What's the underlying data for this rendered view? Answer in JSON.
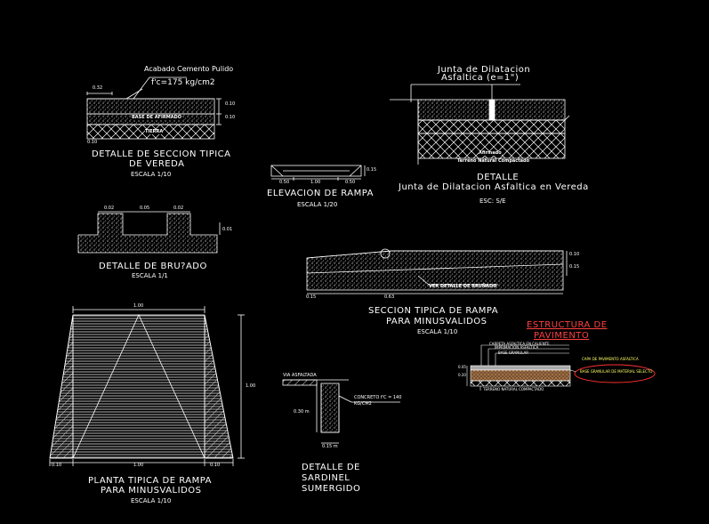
{
  "colors": {
    "background": "#000000",
    "line": "#ffffff",
    "accent_yellow": "#ffff66",
    "accent_red": "#ff3030"
  },
  "vereda": {
    "note_finish": "Acabado Cemento Pulido",
    "note_concrete": "f'c=175 kg/cm2",
    "dim_width": "0.32",
    "dim_top": "0.10",
    "dim_bottom": "0.10",
    "dim_small": "0.10",
    "label_base": "BASE DE AFIRMADO",
    "label_soil": "TIERRA",
    "title1": "DETALLE DE SECCION TIPICA",
    "title2": "DE VEREDA",
    "scale": "ESCALA 1/10"
  },
  "elevacion": {
    "dim_left": "0.50",
    "dim_mid": "1.00",
    "dim_right": "0.50",
    "dim_height": "0.15",
    "title": "ELEVACION DE RAMPA",
    "scale": "ESCALA 1/20"
  },
  "junta": {
    "note1": "Junta de Dilatacion",
    "note2": "Asfaltica (e=1\")",
    "label_base": "Afirmado",
    "label_soil": "Terreno Natural Compactado",
    "title1": "DETALLE",
    "title2": "Junta de Dilatacion Asfaltica en Vereda",
    "scale": "ESC: S/E"
  },
  "brunado": {
    "dim1": "0.02",
    "dim2": "0.05",
    "dim3": "0.02",
    "dim_depth": "0.01",
    "title": "DETALLE DE BRU?ADO",
    "scale": "ESCALA 1/1"
  },
  "seccion_rampa": {
    "dim_top": "0.10",
    "dim_right": "0.15",
    "dim_left": "0.15",
    "dim_bottom": "0.63",
    "note": "VER DETALLE DE BRUÑADO",
    "title1": "SECCION TIPICA DE RAMPA",
    "title2": "PARA MINUSVALIDOS",
    "scale": "ESCALA 1/10"
  },
  "planta": {
    "dim_top": "1.00",
    "dim_bottom": "1.00",
    "dim_left": "0.10",
    "dim_right": "0.10",
    "dim_height": "1.00",
    "title1": "PLANTA TIPICA DE RAMPA",
    "title2": "PARA MINUSVALIDOS",
    "scale": "ESCALA 1/10"
  },
  "sardinel": {
    "label_via": "VIA ASFALTADA",
    "note_concrete1": "CONCRETO f'C = 140",
    "note_concrete2": "KG/CM2",
    "dim_height": "0.30 m",
    "dim_width": "0.15 m",
    "title1": "DETALLE DE",
    "title2": "SARDINEL",
    "title3": "SUMERGIDO"
  },
  "pavimento": {
    "title1": "ESTRUCTURA DE",
    "title2": "PAVIMENTO",
    "note1": "CARPETA ASFALTICA EN CALIENTE",
    "note2": "IMPRIMACION ASFALTICA",
    "note3": "BASE GRANULAR",
    "note4": "CAPA DE PAVIMENTO ASFALTICA",
    "note5": "BASE GRANULAR DE MATERIAL SELECTO",
    "label_soil": "TERRENO NATURAL COMPACTADO",
    "dim1": "0.05",
    "dim2": "0.20"
  }
}
